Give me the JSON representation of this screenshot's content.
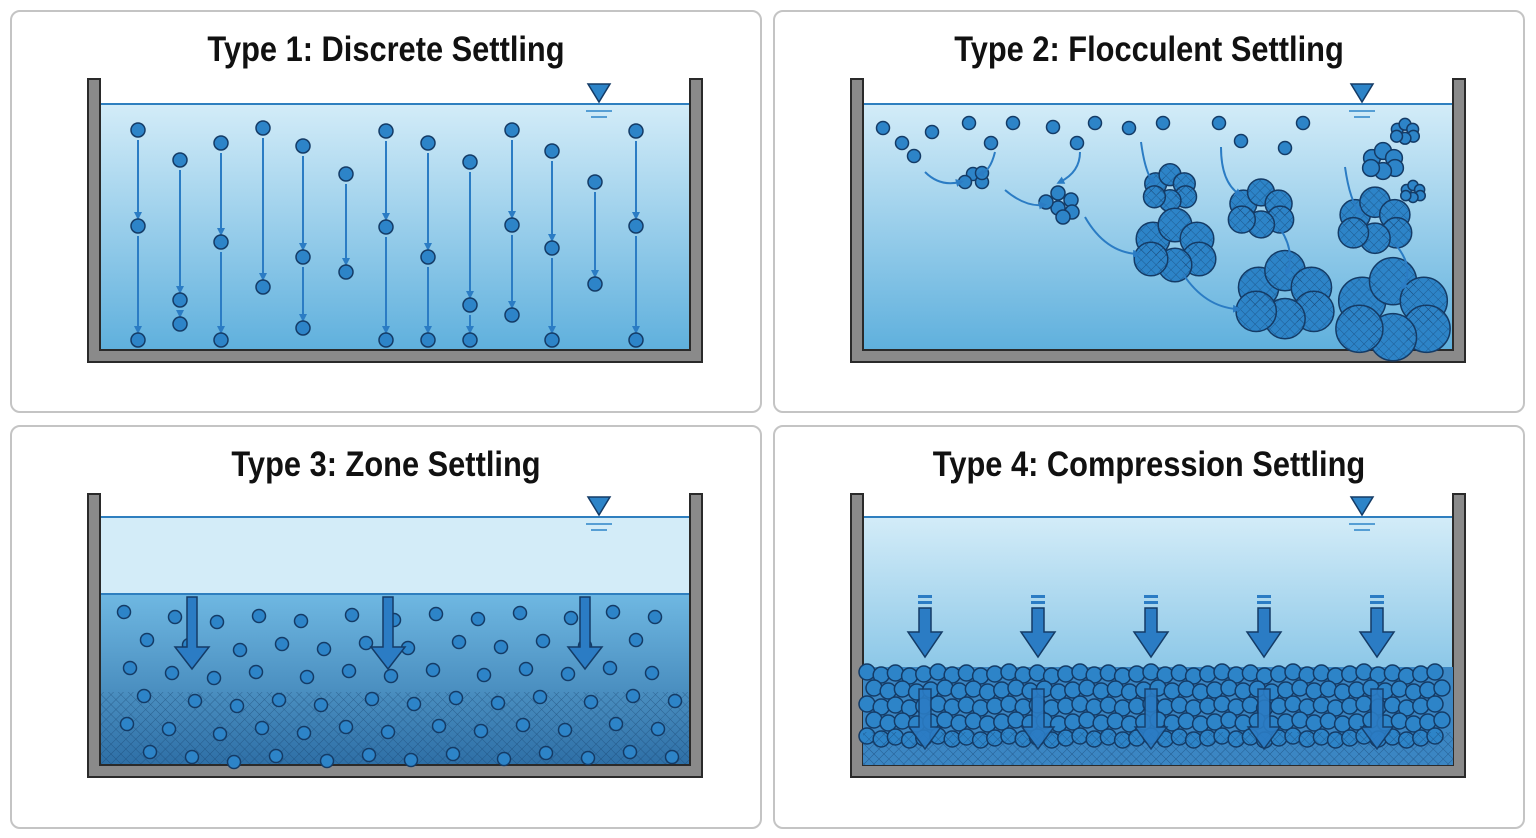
{
  "panels": [
    {
      "title": "Type 1: Discrete Settling"
    },
    {
      "title": "Type 2: Flocculent Settling"
    },
    {
      "title": "Type 3: Zone Settling"
    },
    {
      "title": "Type 4: Compression Settling"
    }
  ],
  "colors": {
    "water_light": "#d3ecf8",
    "water_dark": "#5fb0dd",
    "particle": "#2d84c8",
    "outline": "#143b66",
    "arrow": "#2b7cc4",
    "tank_wall": "#8a8a8a",
    "tank_outline": "#2a2a2a",
    "panel_border": "#c4c4c4"
  },
  "icons": [
    "water-level-icon",
    "settling-arrow-icon",
    "particle-icon",
    "floc-icon"
  ]
}
